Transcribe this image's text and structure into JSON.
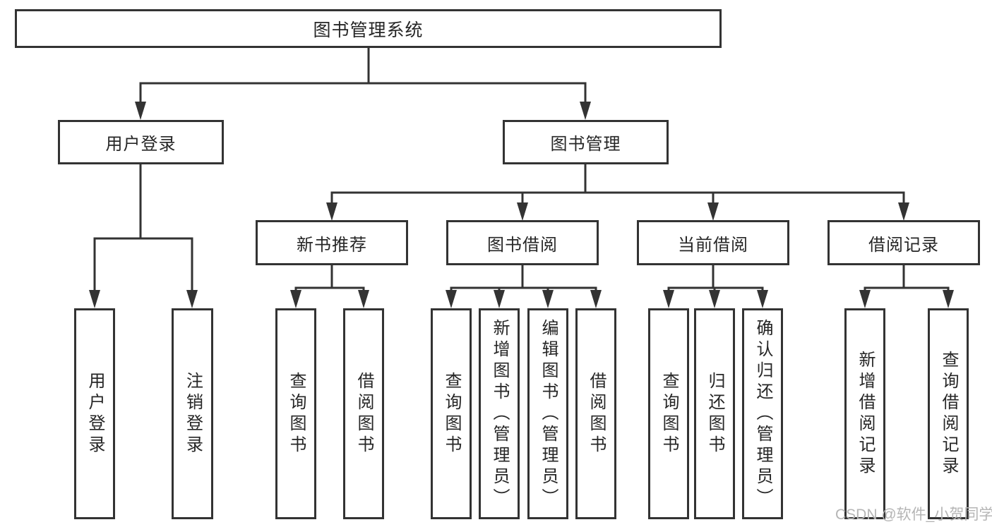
{
  "diagram_title": "图书管理系统",
  "watermark": {
    "text": "CSDN @软件_小贺同学"
  },
  "colors": {
    "line": "#333333",
    "text": "#262626",
    "background": "#ffffff",
    "watermark": "#b5b5b5"
  },
  "tree": {
    "root": {
      "label": "图书管理系统",
      "children": [
        {
          "label": "用户登录",
          "children": [
            {
              "label": "用户登录"
            },
            {
              "label": "注销登录"
            }
          ]
        },
        {
          "label": "图书管理",
          "children": [
            {
              "label": "新书推荐",
              "children": [
                {
                  "label": "查询图书"
                },
                {
                  "label": "借阅图书"
                }
              ]
            },
            {
              "label": "图书借阅",
              "children": [
                {
                  "label": "查询图书"
                },
                {
                  "label": "新增图书（管理员）"
                },
                {
                  "label": "编辑图书（管理员）"
                },
                {
                  "label": "借阅图书"
                }
              ]
            },
            {
              "label": "当前借阅",
              "children": [
                {
                  "label": "查询图书"
                },
                {
                  "label": "归还图书"
                },
                {
                  "label": "确认归还（管理员）"
                }
              ]
            },
            {
              "label": "借阅记录",
              "children": [
                {
                  "label": "新增借阅记录"
                },
                {
                  "label": "查询借阅记录"
                }
              ]
            }
          ]
        }
      ]
    }
  }
}
